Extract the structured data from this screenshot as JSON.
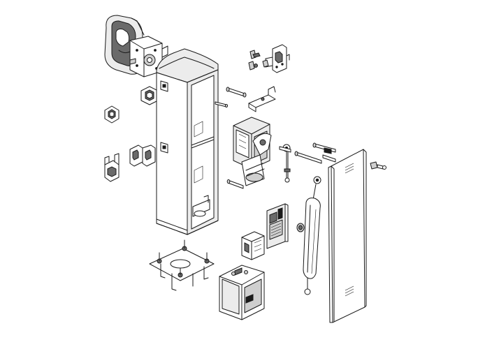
{
  "diagram": {
    "style": "exploded-view line drawing",
    "background": "#ffffff",
    "line_color": "#1a1a1a",
    "parts": [
      {
        "name": "barrier-arm-housing"
      },
      {
        "name": "arm-mounting-plate"
      },
      {
        "name": "cabinet-column"
      },
      {
        "name": "square-bracket-upper"
      },
      {
        "name": "square-bracket-left"
      },
      {
        "name": "angle-bracket-left"
      },
      {
        "name": "double-bracket"
      },
      {
        "name": "limit-switch-assembly"
      },
      {
        "name": "small-fasteners"
      },
      {
        "name": "shaft-pin"
      },
      {
        "name": "cam-bracket"
      },
      {
        "name": "gearmotor"
      },
      {
        "name": "connecting-rod"
      },
      {
        "name": "pivot-pins"
      },
      {
        "name": "balancing-spring"
      },
      {
        "name": "inspection-door"
      },
      {
        "name": "lock-key"
      },
      {
        "name": "control-board"
      },
      {
        "name": "transformer"
      },
      {
        "name": "cable-gland"
      },
      {
        "name": "anchor-plate"
      },
      {
        "name": "control-box"
      }
    ]
  },
  "logo": {
    "text": ""
  }
}
